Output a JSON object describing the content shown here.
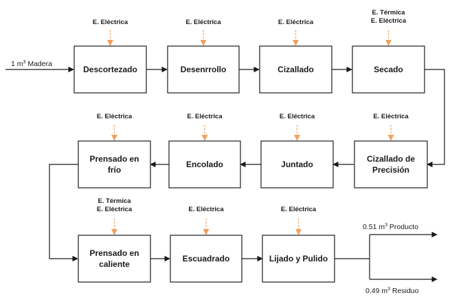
{
  "colors": {
    "box_border": "#1a1a1a",
    "flow_arrow": "#1a1a1a",
    "energy_arrow": "#f0a060",
    "background": "#ffffff"
  },
  "input": {
    "amount": "1 m",
    "exponent": "3",
    "material": " Madera"
  },
  "outputs": [
    {
      "amount": "0.51 m",
      "exponent": "3",
      "material": " Producto"
    },
    {
      "amount": "0.49 m",
      "exponent": "3",
      "material": " Residuo"
    }
  ],
  "processes": [
    {
      "lines": [
        "Descortezado"
      ],
      "energy": [
        "E. Eléctrica"
      ]
    },
    {
      "lines": [
        "Desenrrollo"
      ],
      "energy": [
        "E. Eléctrica"
      ]
    },
    {
      "lines": [
        "Cizallado"
      ],
      "energy": [
        "E. Eléctrica"
      ]
    },
    {
      "lines": [
        "Secado"
      ],
      "energy": [
        "E. Térmica",
        "E. Eléctrica"
      ]
    },
    {
      "lines": [
        "Prensado en",
        "frío"
      ],
      "energy": [
        "E. Eléctrica"
      ]
    },
    {
      "lines": [
        "Encolado"
      ],
      "energy": [
        "E. Eléctrica"
      ]
    },
    {
      "lines": [
        "Juntado"
      ],
      "energy": [
        "E. Eléctrica"
      ]
    },
    {
      "lines": [
        "Cizallado de",
        "Precisión"
      ],
      "energy": [
        "E. Eléctrica"
      ]
    },
    {
      "lines": [
        "Prensado en",
        "caliente"
      ],
      "energy": [
        "E. Térmica",
        "E. Eléctrica"
      ]
    },
    {
      "lines": [
        "Escuadrado"
      ],
      "energy": [
        "E. Eléctrica"
      ]
    },
    {
      "lines": [
        "Lijado y Pulido"
      ],
      "energy": [
        "E. Eléctrica"
      ]
    }
  ]
}
